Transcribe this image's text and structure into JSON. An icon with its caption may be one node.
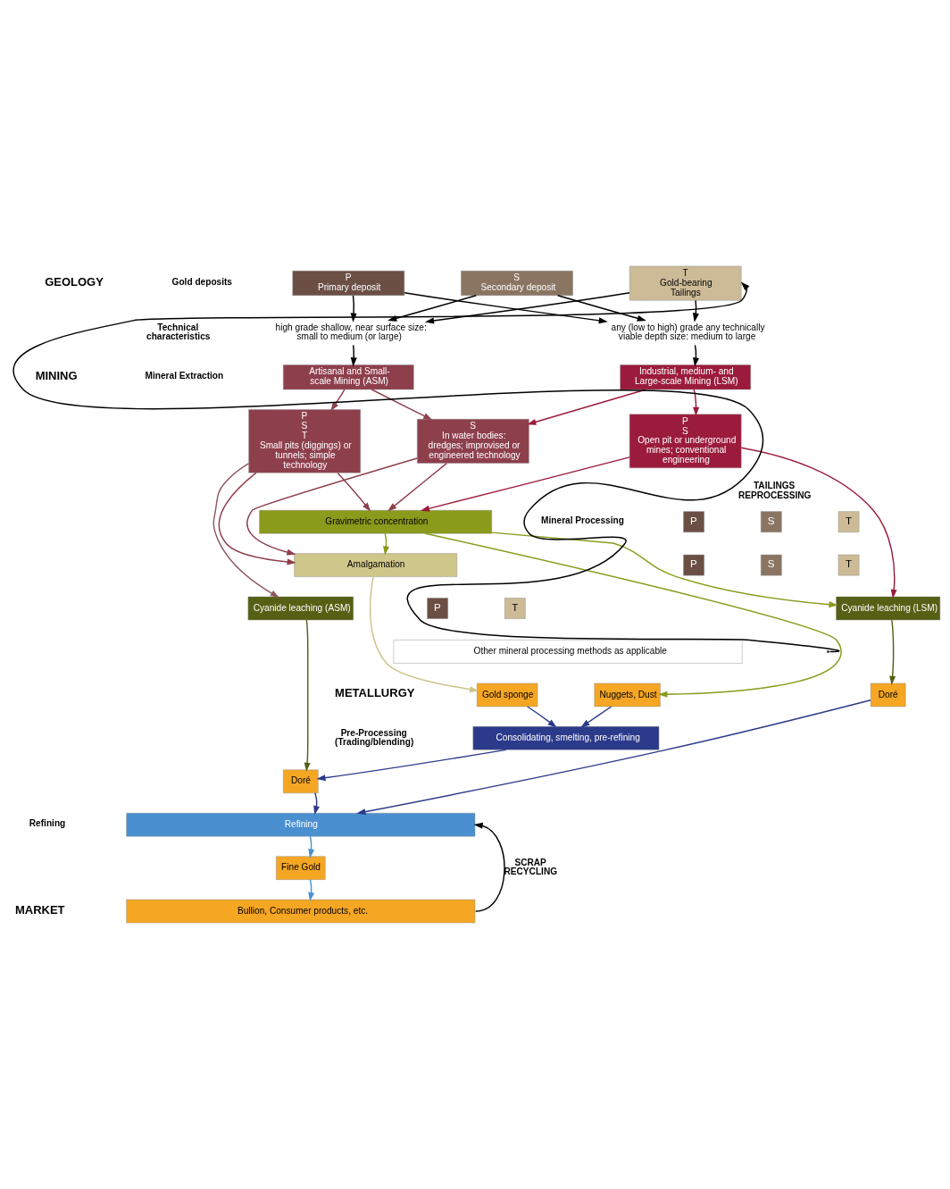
{
  "diagram": {
    "nodes": [
      {
        "text": [
          "P",
          "Primary deposit"
        ]
      },
      {
        "text": [
          "S",
          "Secondary deposit"
        ]
      },
      {
        "text": [
          "T",
          "Gold-bearing Tailings"
        ]
      },
      {
        "text": [
          "high grade shallow, near surface size: small to medium (or large)"
        ]
      },
      {
        "text": [
          "any (low to high) grade any technically viable depth size: medium to large"
        ]
      },
      {
        "text": [
          "Artisanal and Small-scale Mining (ASM)"
        ]
      },
      {
        "text": [
          "Industrial, medium- and Large-scale Mining (LSM)"
        ]
      },
      {
        "text": [
          "P",
          "S",
          "T",
          "Small pits (diggings) or tunnels; simple technology"
        ]
      },
      {
        "text": [
          "S",
          "In water bodies: dredges; improvised or engineered technology"
        ]
      },
      {
        "text": [
          "P",
          "S",
          "Open pit or underground mines; conventional engineering"
        ]
      },
      {
        "text": [
          "Gravimetric concentration"
        ]
      },
      {
        "text": [
          "Amalgamation"
        ]
      },
      {
        "text": [
          "Cyanide leaching (ASM)"
        ]
      },
      {
        "text": [
          "Cyanide leaching (LSM)"
        ]
      },
      {
        "text": [
          "Other mineral processing methods as applicable"
        ]
      },
      {
        "text": [
          "Gold sponge"
        ]
      },
      {
        "text": [
          "Nuggets, Dust"
        ]
      },
      {
        "text": [
          "Doré"
        ]
      },
      {
        "text": [
          "Consolidating, smelting, pre-refining"
        ]
      },
      {
        "text": [
          "Doré"
        ]
      },
      {
        "text": [
          "Refining"
        ]
      },
      {
        "text": [
          "Fine Gold"
        ]
      },
      {
        "text": [
          "Bullion, Consumer products, etc."
        ]
      },
      {
        "text": [
          "P"
        ]
      },
      {
        "text": [
          "S"
        ]
      },
      {
        "text": [
          "T"
        ]
      },
      {
        "text": [
          "P"
        ]
      },
      {
        "text": [
          "S"
        ]
      },
      {
        "text": [
          "T"
        ]
      },
      {
        "text": [
          "P"
        ]
      },
      {
        "text": [
          "T"
        ]
      }
    ],
    "edges": [
      {
        "from": 0,
        "to": 3,
        "arrow": "to"
      },
      {
        "from": 1,
        "to": 3,
        "arrow": "to"
      },
      {
        "from": 2,
        "to": 3,
        "arrow": "to"
      },
      {
        "from": 0,
        "to": 4,
        "arrow": "to"
      },
      {
        "from": 1,
        "to": 4,
        "arrow": "to"
      },
      {
        "from": 2,
        "to": 4,
        "arrow": "to"
      },
      {
        "from": 3,
        "to": 5,
        "arrow": "to"
      },
      {
        "from": 4,
        "to": 6,
        "arrow": "to"
      },
      {
        "from": 5,
        "to": 7,
        "arrow": "to",
        "color": "#8e3f4c"
      },
      {
        "from": 5,
        "to": 8,
        "arrow": "to",
        "color": "#8e3f4c"
      },
      {
        "from": 6,
        "to": 8,
        "arrow": "to",
        "color": "#9b1b3c"
      },
      {
        "from": 6,
        "to": 9,
        "arrow": "to",
        "color": "#9b1b3c"
      },
      {
        "from": 7,
        "to": 11,
        "arrow": "to",
        "color": "#8e3f4c"
      },
      {
        "from": 7,
        "to": 10,
        "arrow": "to",
        "color": "#8e3f4c"
      },
      {
        "from": 7,
        "to": 12,
        "arrow": "to",
        "color": "#8e5a5e"
      },
      {
        "from": 8,
        "to": 10,
        "arrow": "to",
        "color": "#8e3f4c"
      },
      {
        "from": 8,
        "to": 11,
        "arrow": "to",
        "color": "#8e3f4c"
      },
      {
        "from": 9,
        "to": 10,
        "arrow": "to",
        "color": "#9b1b3c"
      },
      {
        "from": 9,
        "to": 13,
        "arrow": "to",
        "color": "#9b1b3c"
      },
      {
        "from": 10,
        "to": 11,
        "arrow": "to",
        "color": "#8a9a1b"
      },
      {
        "from": 10,
        "to": 16,
        "arrow": "to",
        "color": "#8a9a1b"
      },
      {
        "from": 10,
        "to": 13,
        "arrow": "to",
        "color": "#8a9a1b"
      },
      {
        "from": 11,
        "to": 15,
        "arrow": "to",
        "color": "#cbc48a"
      },
      {
        "from": 12,
        "to": 17,
        "arrow": "to",
        "color": "#556015"
      },
      {
        "from": 13,
        "to": 19,
        "arrow": "to",
        "color": "#556015"
      },
      {
        "from": 15,
        "to": 18,
        "arrow": "to",
        "color": "#2b3a8a"
      },
      {
        "from": 16,
        "to": 18,
        "arrow": "to",
        "color": "#2b3a8a"
      },
      {
        "from": 18,
        "to": 17,
        "arrow": "to",
        "color": "#2b3a8a"
      },
      {
        "from": 17,
        "to": 20,
        "arrow": "to",
        "color": "#2b3a8a"
      },
      {
        "from": 19,
        "to": 20,
        "arrow": "to",
        "color": "#2b3a8a"
      },
      {
        "from": 20,
        "to": 21,
        "arrow": "to",
        "color": "#4a8fd0"
      },
      {
        "from": 21,
        "to": 22,
        "arrow": "to",
        "color": "#4a8fd0"
      },
      {
        "from": null,
        "to": 2,
        "arrow": "to",
        "label": "TAILINGS REPROCESSING"
      },
      {
        "from": 22,
        "to": 20,
        "arrow": "to",
        "label": "SCRAP RECYCLING"
      }
    ],
    "labels": [
      "GEOLOGY",
      "Gold deposits",
      "Technical characteristics",
      "MINING",
      "Mineral Extraction",
      "Mineral Processing",
      "METALLURGY",
      "Pre-Processing (Trading/blending)",
      "Refining",
      "MARKET"
    ]
  }
}
